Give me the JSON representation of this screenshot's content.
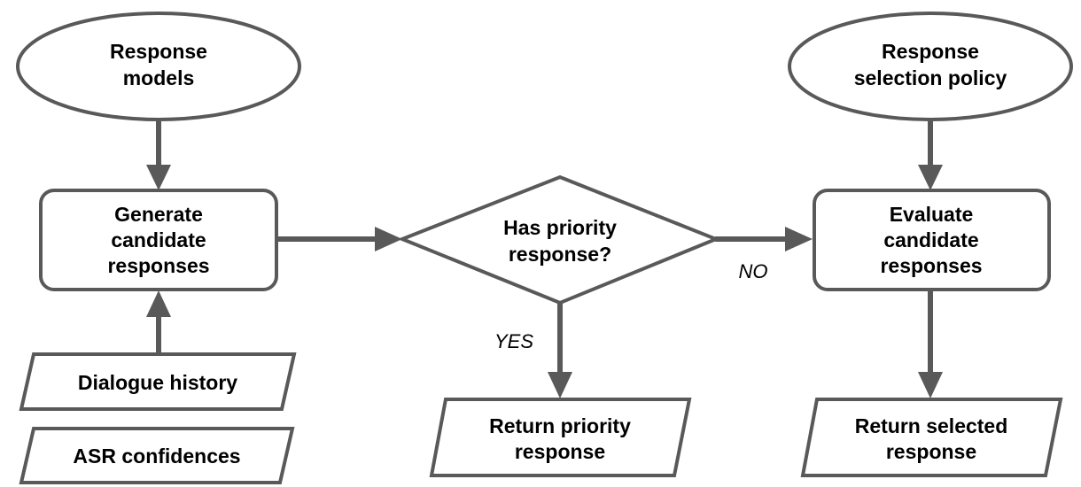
{
  "nodes": {
    "response_models": {
      "line1": "Response",
      "line2": "models"
    },
    "selection_policy": {
      "line1": "Response",
      "line2": "selection policy"
    },
    "generate": {
      "line1": "Generate",
      "line2": "candidate",
      "line3": "responses"
    },
    "decision": {
      "line1": "Has priority",
      "line2": "response?"
    },
    "evaluate": {
      "line1": "Evaluate",
      "line2": "candidate",
      "line3": "responses"
    },
    "dialogue_history": {
      "label": "Dialogue history"
    },
    "asr_confidences": {
      "label": "ASR confidences"
    },
    "return_priority": {
      "line1": "Return priority",
      "line2": "response"
    },
    "return_selected": {
      "line1": "Return selected",
      "line2": "response"
    }
  },
  "branches": {
    "yes": "YES",
    "no": "NO"
  },
  "colors": {
    "stroke": "#595959",
    "fill": "#ffffff",
    "text": "#000000"
  }
}
